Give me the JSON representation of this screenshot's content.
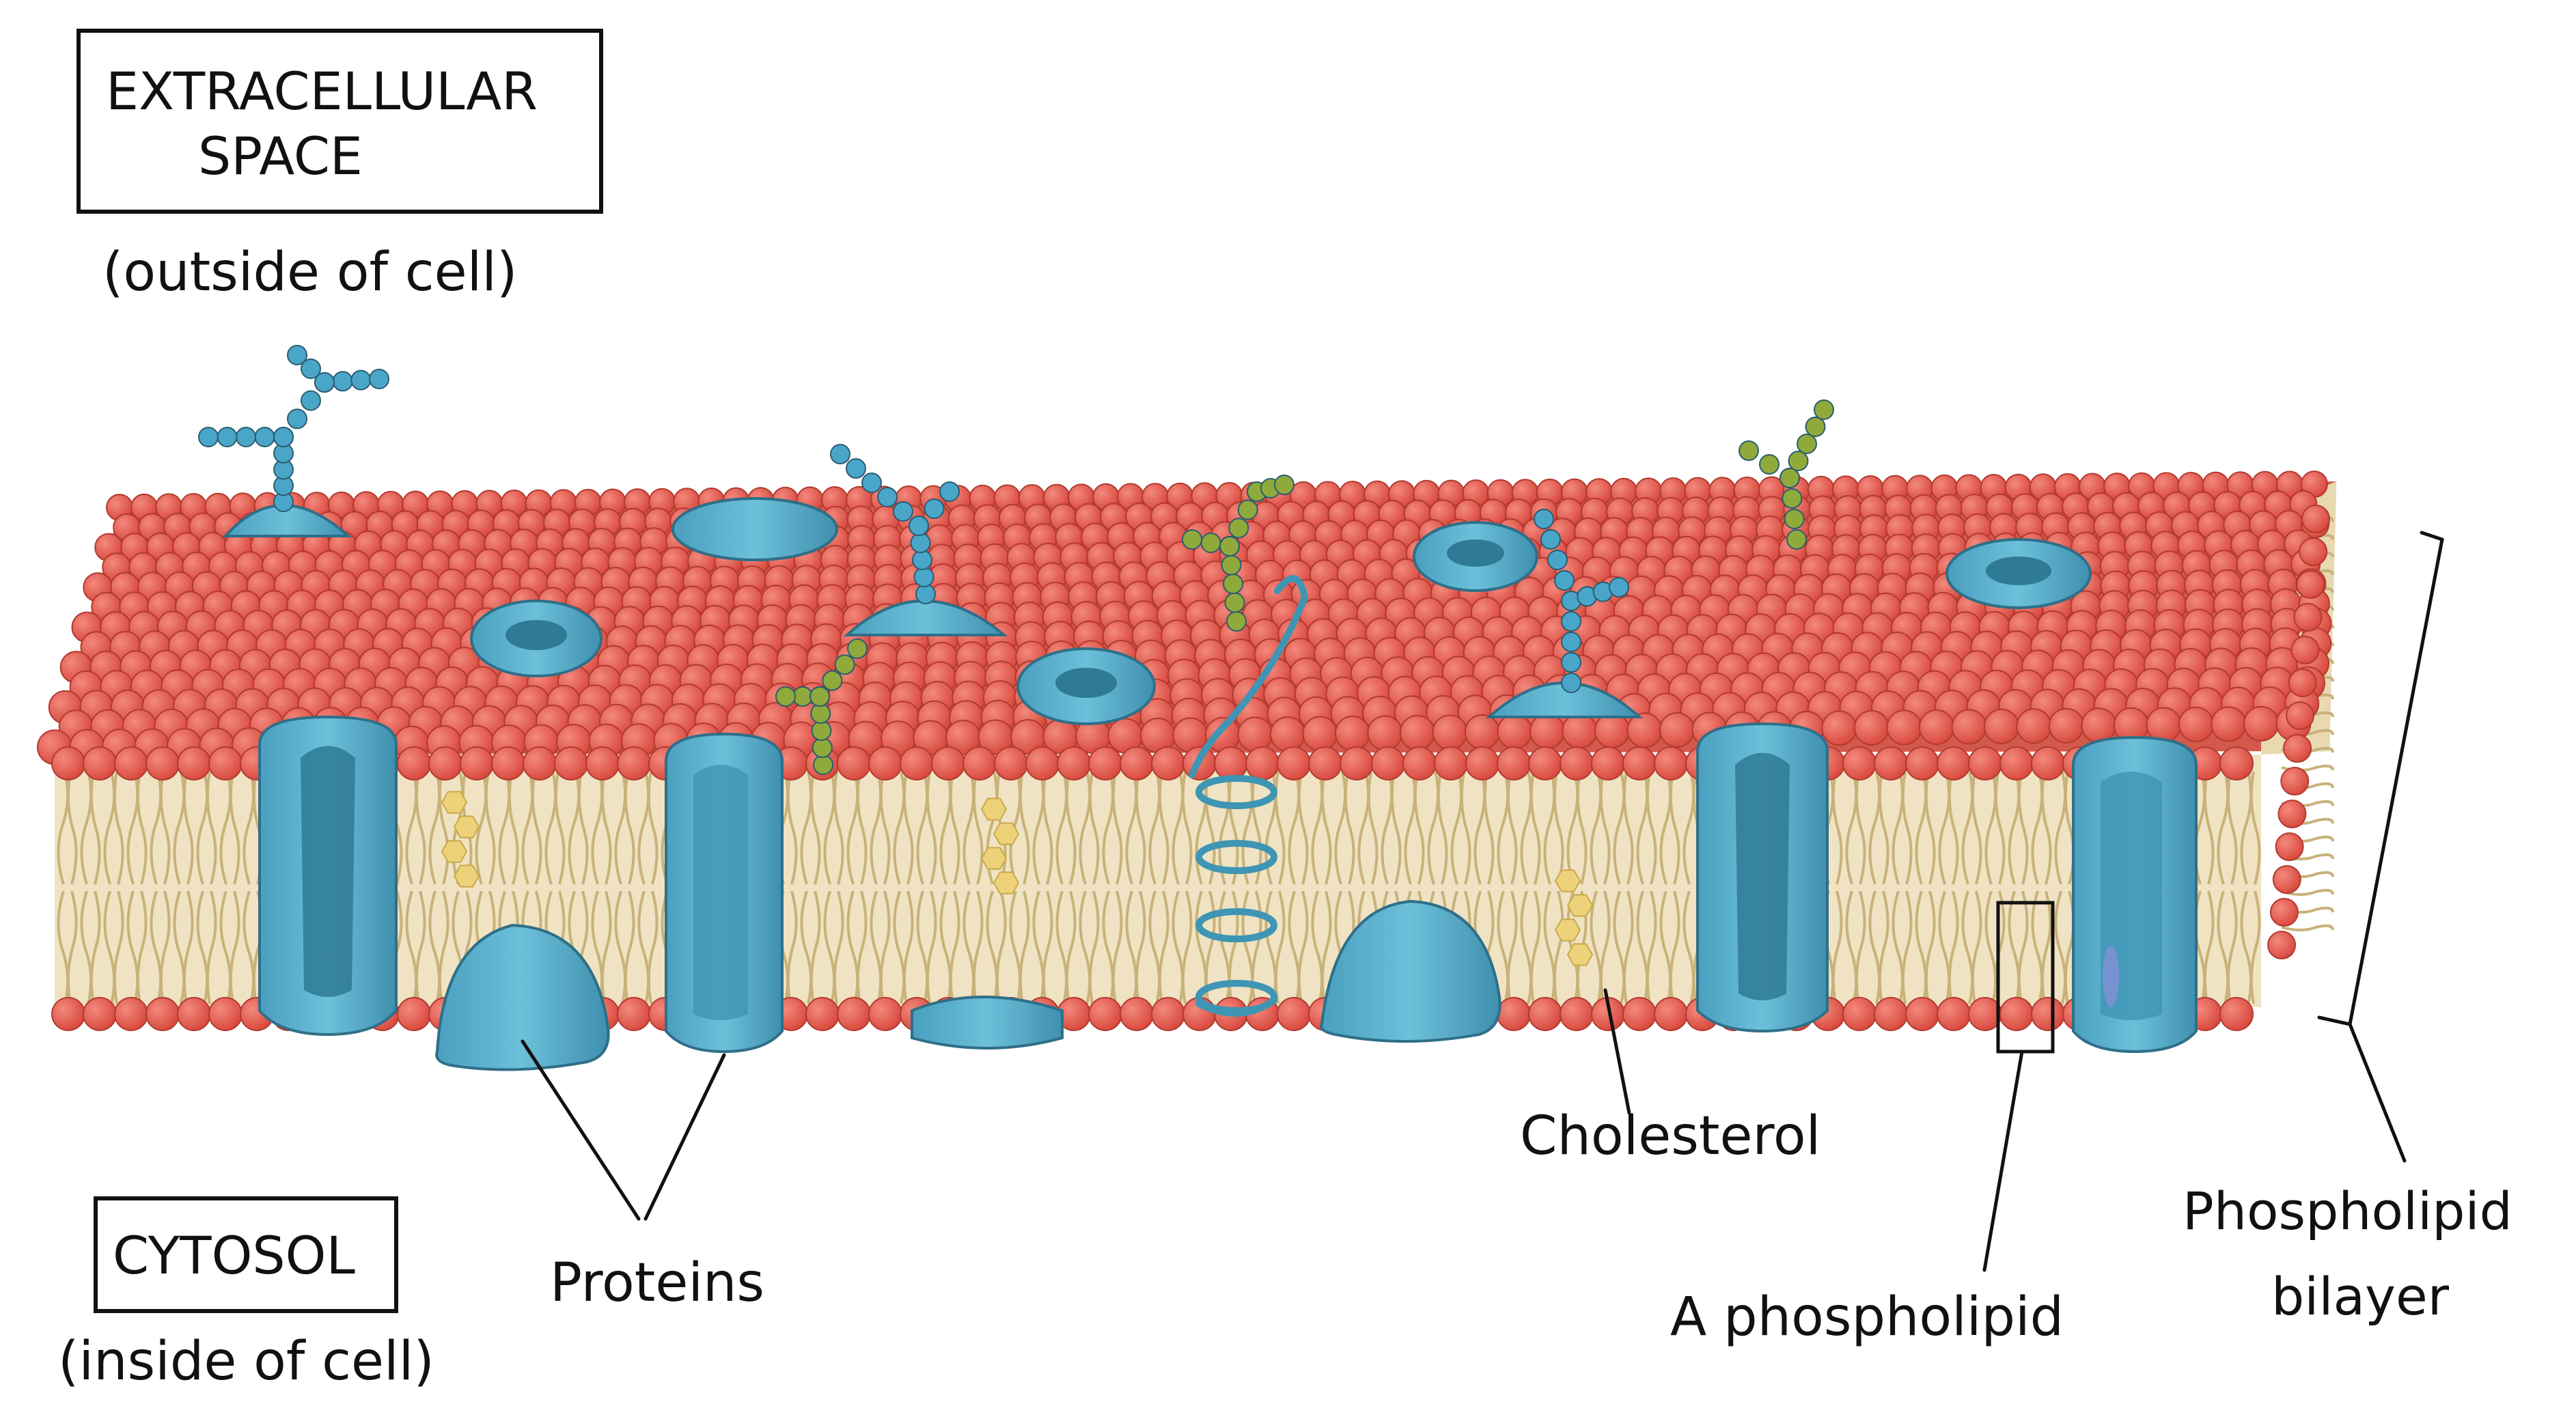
{
  "labels": {
    "extracellular_line1": "EXTRACELLULAR",
    "extracellular_line2": "SPACE",
    "extracellular_sub": "(outside of cell)",
    "cytosol": "CYTOSOL",
    "cytosol_sub": "(inside of cell)",
    "proteins": "Proteins",
    "cholesterol": "Cholesterol",
    "a_phospholipid": "A phospholipid",
    "bilayer_line1": "Phospholipid",
    "bilayer_line2": "bilayer"
  },
  "colors": {
    "head": "#e2574c",
    "head_stroke": "#b23a30",
    "tail": "#c8b27a",
    "protein": "#5fb3cf",
    "protein_dark": "#3f8aa6",
    "protein_stroke": "#2f6f88",
    "blue_sugar": "#4aa6c9",
    "green_sugar": "#8faa3a",
    "cholesterol": "#eed27a",
    "ink": "#111111"
  }
}
